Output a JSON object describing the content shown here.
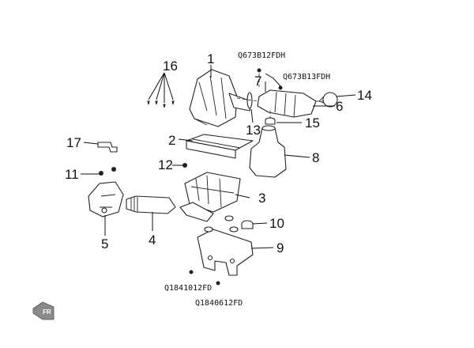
{
  "callouts": [
    {
      "id": "c1",
      "text": "1"
    },
    {
      "id": "c2",
      "text": "2"
    },
    {
      "id": "c3",
      "text": "3"
    },
    {
      "id": "c4",
      "text": "4"
    },
    {
      "id": "c5",
      "text": "5"
    },
    {
      "id": "c6",
      "text": "6"
    },
    {
      "id": "c7",
      "text": "7"
    },
    {
      "id": "c8",
      "text": "8"
    },
    {
      "id": "c9",
      "text": "9"
    },
    {
      "id": "c10",
      "text": "10"
    },
    {
      "id": "c11",
      "text": "11"
    },
    {
      "id": "c12",
      "text": "12"
    },
    {
      "id": "c13",
      "text": "13"
    },
    {
      "id": "c14",
      "text": "14"
    },
    {
      "id": "c15",
      "text": "15"
    },
    {
      "id": "c16",
      "text": "16"
    },
    {
      "id": "c17",
      "text": "17"
    }
  ],
  "part_numbers": {
    "bolt_top": "Q673B12FDH",
    "clamp_bolt": "Q673B13FDH",
    "bolt_bottom_left": "Q1841012FD",
    "bolt_bottom_right": "Q1840612FD"
  },
  "orientation_badge": "FR"
}
